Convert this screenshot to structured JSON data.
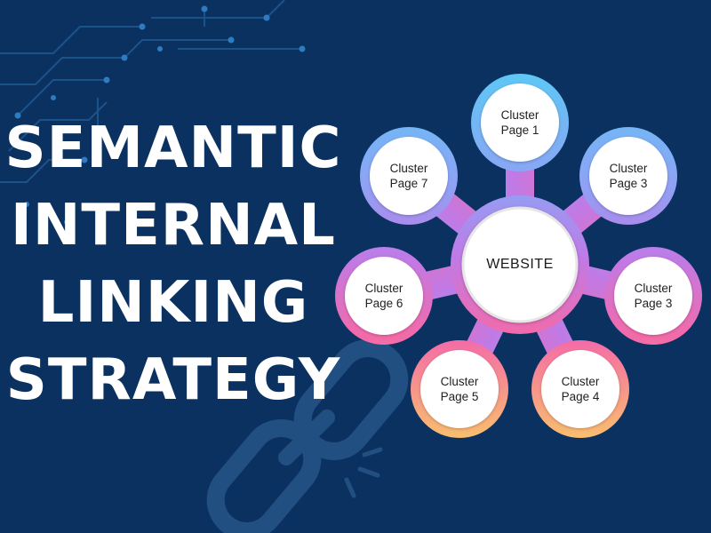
{
  "title": {
    "line1": "SEMANTIC",
    "line2": "INTERNAL",
    "line3": "LINKING",
    "line4": "STRATEGY"
  },
  "diagram": {
    "center": "WEBSITE",
    "nodes": [
      {
        "line1": "Cluster",
        "line2": "Page 1"
      },
      {
        "line1": "Cluster",
        "line2": "Page 3"
      },
      {
        "line1": "Cluster",
        "line2": "Page 3"
      },
      {
        "line1": "Cluster",
        "line2": "Page 4"
      },
      {
        "line1": "Cluster",
        "line2": "Page 5"
      },
      {
        "line1": "Cluster",
        "line2": "Page 6"
      },
      {
        "line1": "Cluster",
        "line2": "Page 7"
      }
    ]
  },
  "colors": {
    "background": "#0b3160",
    "gradient_top": "#5ec6f5",
    "gradient_mid": "#c07ae6",
    "gradient_pink": "#f46aa8",
    "gradient_bottom": "#f9c06e"
  },
  "icons": {
    "background_left": "circuit-lines-icon",
    "background_bottom": "broken-chain-link-icon"
  }
}
